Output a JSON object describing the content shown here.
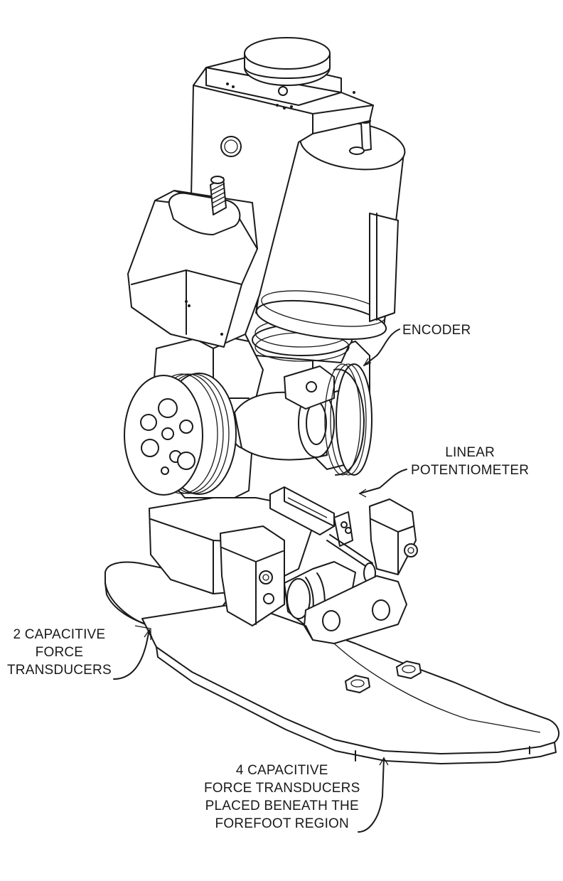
{
  "labels": {
    "encoder": "ENCODER",
    "linear_potentiometer": [
      "LINEAR",
      "POTENTIOMETER"
    ],
    "two_capacitive": [
      "2 CAPACITIVE",
      "FORCE",
      "TRANSDUCERS"
    ],
    "four_capacitive": [
      "4 CAPACITIVE",
      "FORCE TRANSDUCERS",
      "PLACED BENEATH THE",
      "FOREFOOT REGION"
    ]
  },
  "colors": {
    "line": "#1a1a1a",
    "background": "#ffffff"
  }
}
